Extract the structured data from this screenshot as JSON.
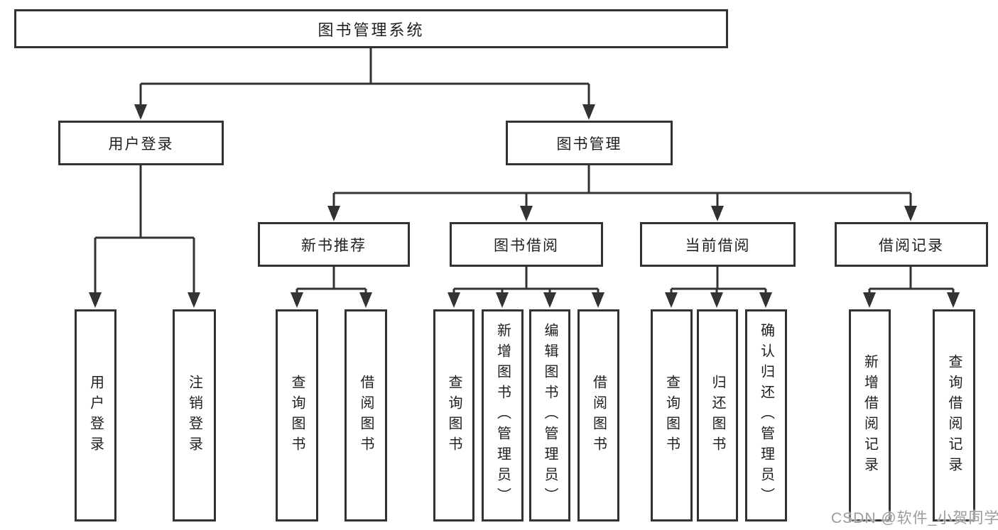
{
  "diagram_title": "图书管理系统",
  "nodes": {
    "root": {
      "label": "图书管理系统"
    },
    "user_login": {
      "label": "用户登录",
      "children": {
        "login": {
          "label": "用户登录"
        },
        "logout": {
          "label": "注销登录"
        }
      }
    },
    "book_mgmt": {
      "label": "图书管理",
      "children": {
        "new_books": {
          "label": "新书推荐",
          "children": {
            "query": {
              "label": "查询图书"
            },
            "borrow": {
              "label": "借阅图书"
            }
          }
        },
        "borrowing": {
          "label": "图书借阅",
          "children": {
            "query": {
              "label": "查询图书"
            },
            "add": {
              "label": "新增图书（管理员）"
            },
            "edit": {
              "label": "编辑图书（管理员）"
            },
            "borrow": {
              "label": "借阅图书"
            }
          }
        },
        "current": {
          "label": "当前借阅",
          "children": {
            "query": {
              "label": "查询图书"
            },
            "return": {
              "label": "归还图书"
            },
            "confirm": {
              "label": "确认归还（管理员）"
            }
          }
        },
        "records": {
          "label": "借阅记录",
          "children": {
            "add_record": {
              "label": "新增借阅记录"
            },
            "query_record": {
              "label": "查询借阅记录"
            }
          }
        }
      }
    }
  },
  "watermark": {
    "text": "CSDN @软件_小贺同学"
  },
  "colors": {
    "line": "#333333",
    "box_border": "#333333",
    "box_fill": "#ffffff",
    "text": "#1f1f1f",
    "watermark": "#9c9c9c"
  }
}
